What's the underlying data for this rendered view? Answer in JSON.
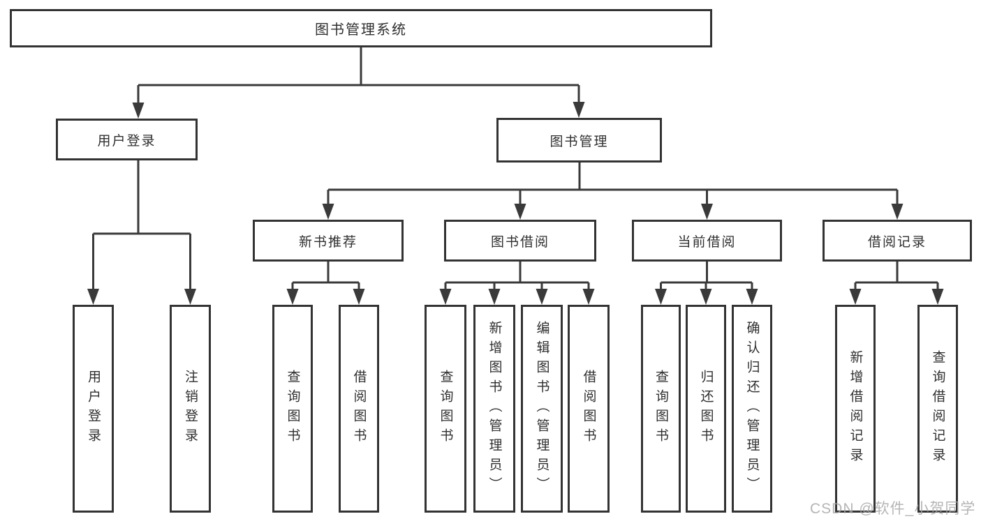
{
  "tree": {
    "label": "图书管理系统",
    "children": [
      {
        "label": "用户登录",
        "children": [
          {
            "label": "用户登录"
          },
          {
            "label": "注销登录"
          }
        ]
      },
      {
        "label": "图书管理",
        "children": [
          {
            "label": "新书推荐",
            "children": [
              {
                "label": "查询图书"
              },
              {
                "label": "借阅图书"
              }
            ]
          },
          {
            "label": "图书借阅",
            "children": [
              {
                "label": "查询图书"
              },
              {
                "label": "新增图书（管理员）"
              },
              {
                "label": "编辑图书（管理员）"
              },
              {
                "label": "借阅图书"
              }
            ]
          },
          {
            "label": "当前借阅",
            "children": [
              {
                "label": "查询图书"
              },
              {
                "label": "归还图书"
              },
              {
                "label": "确认归还（管理员）"
              }
            ]
          },
          {
            "label": "借阅记录",
            "children": [
              {
                "label": "新增借阅记录"
              },
              {
                "label": "查询借阅记录"
              }
            ]
          }
        ]
      }
    ]
  },
  "watermark": "CSDN @软件_小贺同学",
  "colors": {
    "line": "#3a3a3a",
    "box_border": "#333333",
    "box_fill": "#ffffff",
    "text": "#2f2f2f",
    "watermark": "#a8a8a8"
  }
}
